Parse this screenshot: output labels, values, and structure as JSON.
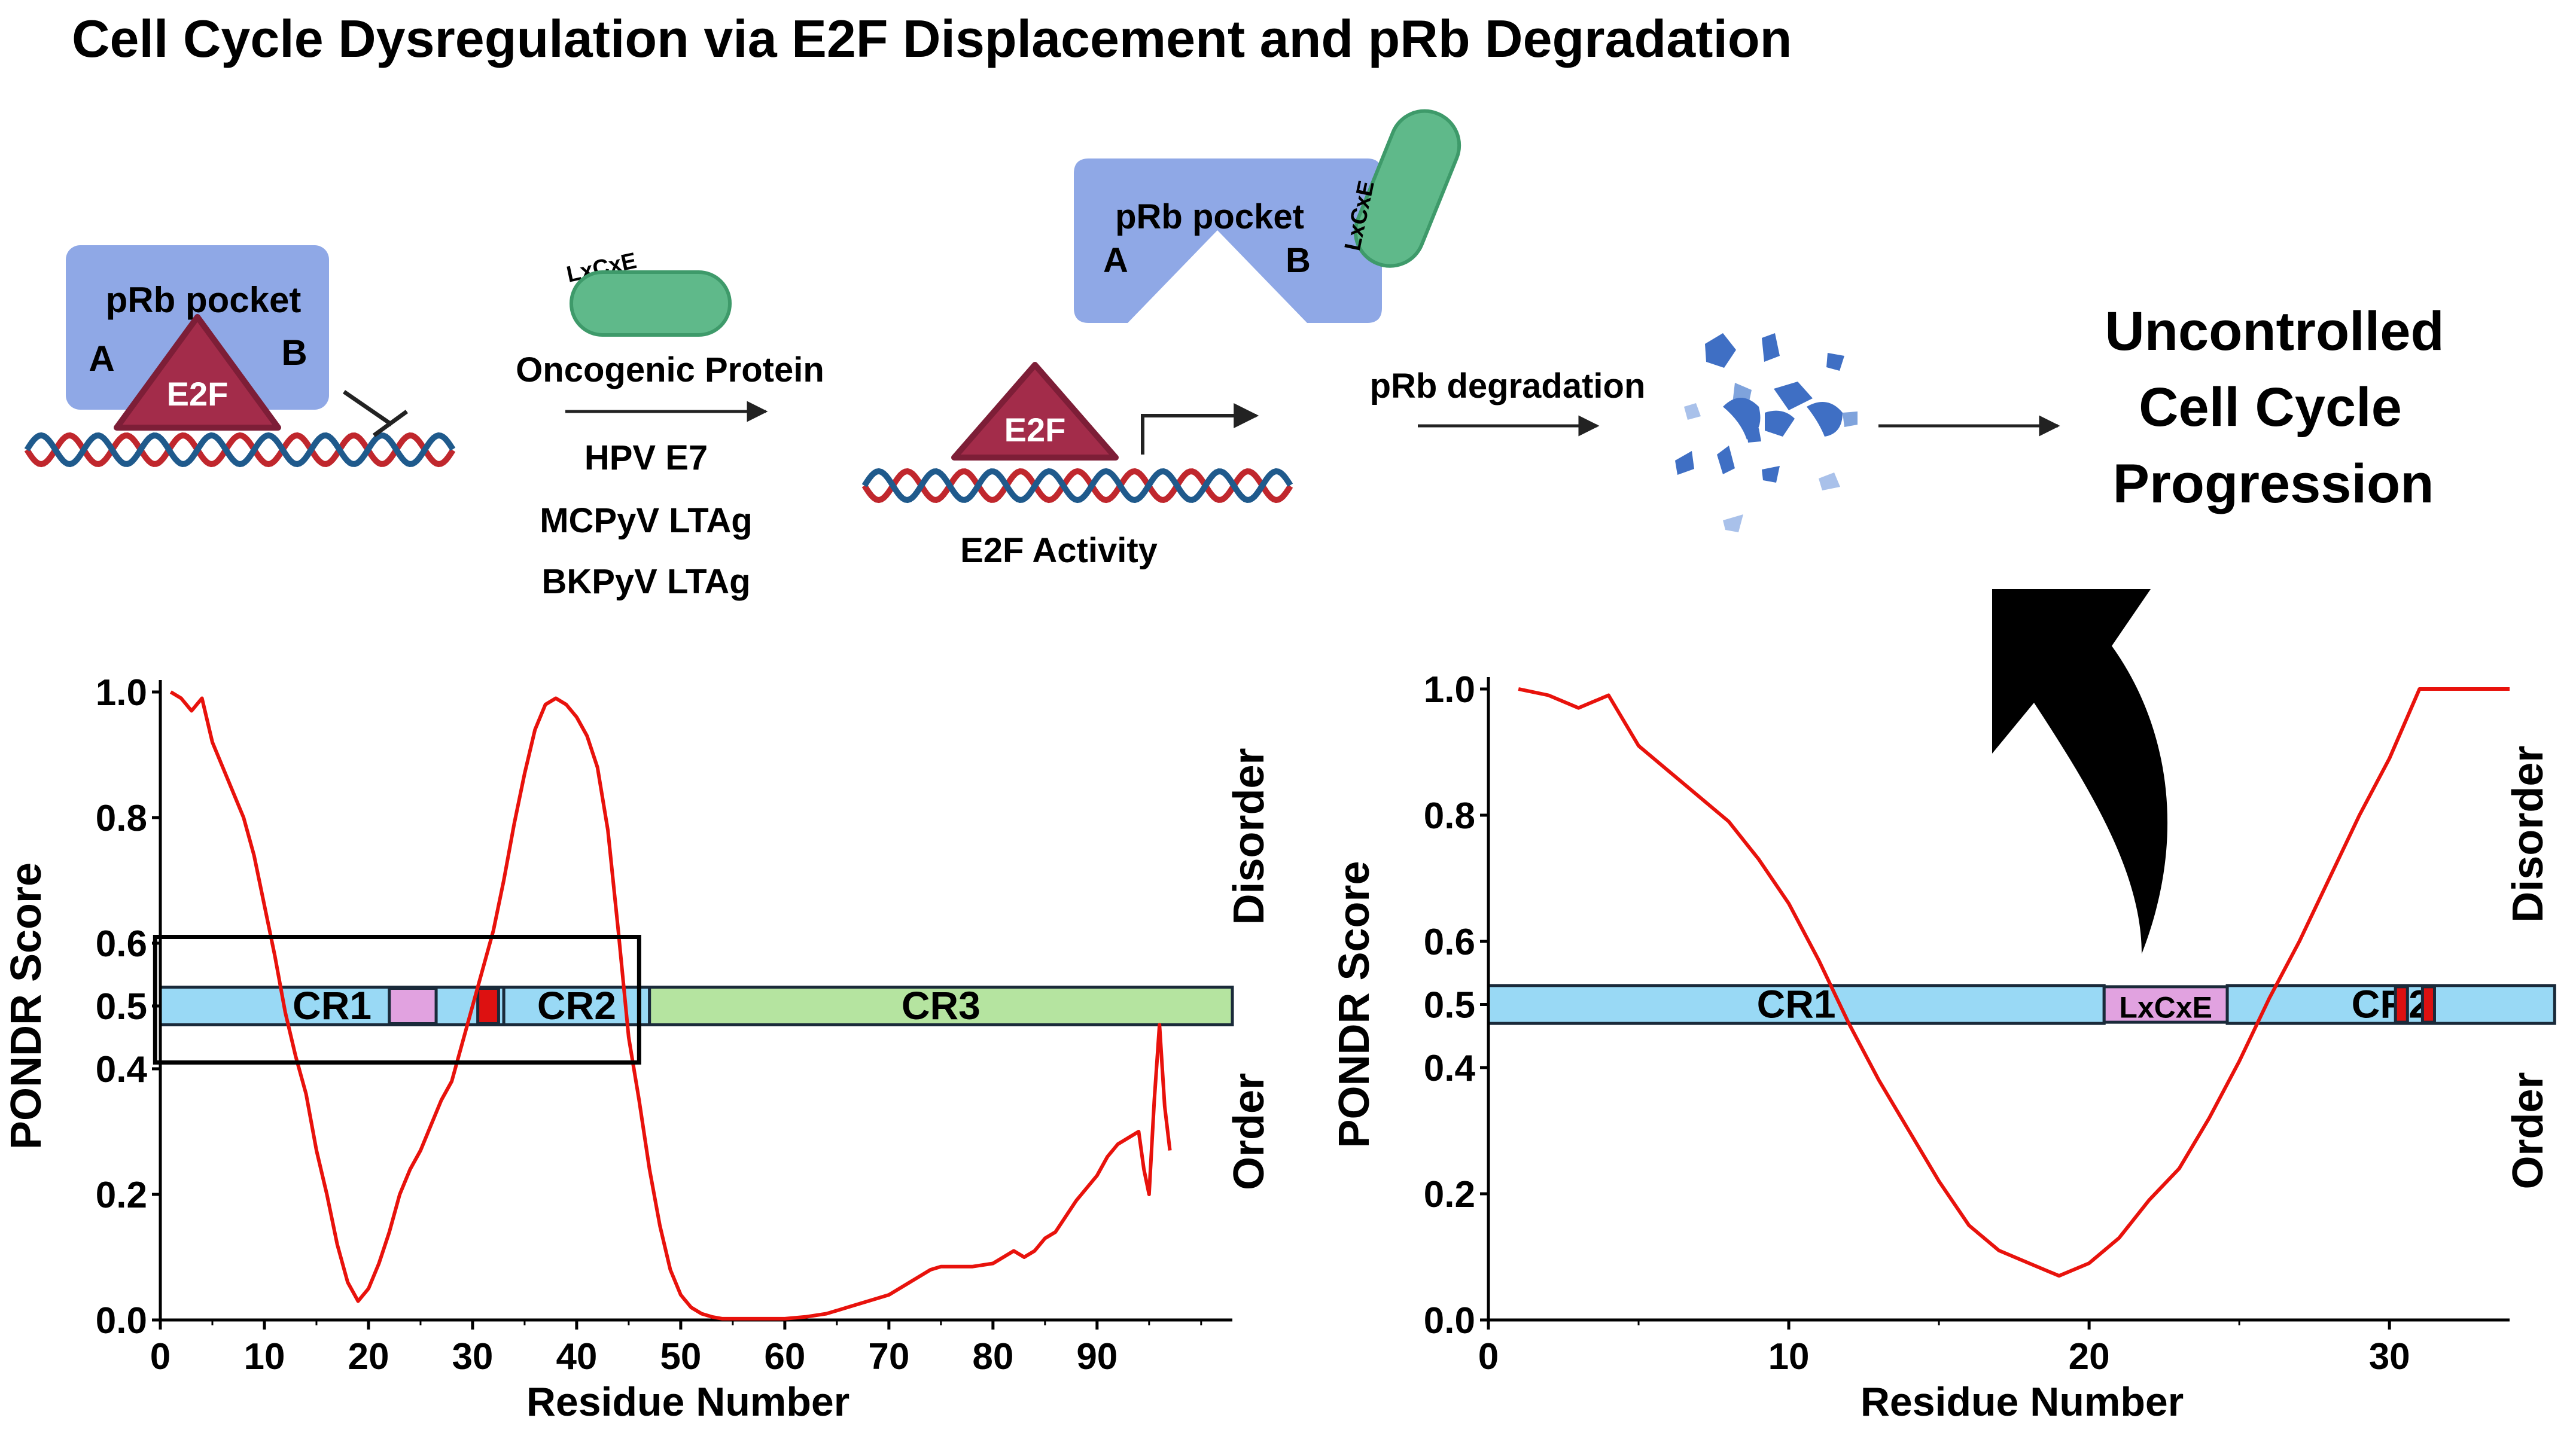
{
  "title": "Cell Cycle Dysregulation via E2F Displacement and pRb Degradation",
  "schematic": {
    "pocket_label": "pRb pocket",
    "pocket_a": "A",
    "pocket_b": "B",
    "e2f": "E2F",
    "motif": "LxCxE",
    "oncogenic_label": "Oncogenic Protein",
    "oncoproteins": [
      "HPV E7",
      "MCPyV LTAg",
      "BKPyV LTAg"
    ],
    "e2f_activity": "E2F Activity",
    "degradation": "pRb degradation",
    "outcome": [
      "Uncontrolled",
      "Cell Cycle",
      "Progression"
    ]
  },
  "colors": {
    "pocket": "#8fa8e6",
    "e2f": "#a32c4a",
    "motif_protein": "#5fb98a",
    "dna_red": "#c0272d",
    "dna_blue": "#1f5a8c",
    "fragments": "#3f6fc4",
    "trace": "#e8120c",
    "cr_blue": "#99d9f5",
    "cr3_green": "#b5e4a0",
    "lxcxe_box": "#e1a2e0",
    "red_mark": "#dd1111"
  },
  "chart_data": [
    {
      "type": "line",
      "xlabel": "Residue Number",
      "ylabel": "PONDR Score",
      "right_labels": [
        "Disorder",
        "Order"
      ],
      "xlim": [
        0,
        103
      ],
      "ylim": [
        0,
        1.0
      ],
      "xticks": [
        "0",
        "10",
        "20",
        "30",
        "40",
        "50",
        "60",
        "70",
        "80",
        "90"
      ],
      "yticks": [
        "0.0",
        "0.2",
        "0.4",
        "0.5",
        "0.6",
        "0.8",
        "1.0"
      ],
      "domains": [
        {
          "label": "CR1",
          "start": 0,
          "end": 33,
          "color": "cr_blue"
        },
        {
          "label": "",
          "start": 22,
          "end": 26.5,
          "color": "lxcxe_box"
        },
        {
          "label": "",
          "start": 30.5,
          "end": 32.5,
          "color": "red_mark"
        },
        {
          "label": "CR2",
          "start": 33,
          "end": 47,
          "color": "cr_blue"
        },
        {
          "label": "CR3",
          "start": 47,
          "end": 103,
          "color": "cr3_green"
        }
      ],
      "highlight_box": {
        "x": [
          -0.5,
          46
        ],
        "y": [
          0.41,
          0.61
        ]
      },
      "series": [
        {
          "name": "",
          "x": [
            1,
            2,
            3,
            4,
            5,
            6,
            7,
            8,
            9,
            10,
            11,
            12,
            13,
            14,
            15,
            16,
            17,
            18,
            19,
            20,
            21,
            22,
            23,
            24,
            25,
            26,
            27,
            28,
            29,
            30,
            31,
            32,
            33,
            34,
            35,
            36,
            37,
            38,
            39,
            40,
            41,
            42,
            43,
            44,
            45,
            46,
            47,
            48,
            49,
            50,
            51,
            52,
            53,
            54,
            55,
            56,
            58,
            60,
            62,
            64,
            66,
            68,
            70,
            72,
            74,
            75,
            76,
            78,
            80,
            81,
            82,
            83,
            84,
            85,
            86,
            88,
            90,
            91,
            92,
            93,
            94,
            94.5,
            95,
            95.5,
            96,
            96.5,
            97
          ],
          "y": [
            1.0,
            0.99,
            0.97,
            0.99,
            0.92,
            0.88,
            0.84,
            0.8,
            0.74,
            0.66,
            0.58,
            0.49,
            0.42,
            0.36,
            0.27,
            0.2,
            0.12,
            0.06,
            0.03,
            0.05,
            0.09,
            0.14,
            0.2,
            0.24,
            0.27,
            0.31,
            0.35,
            0.38,
            0.44,
            0.5,
            0.56,
            0.62,
            0.7,
            0.79,
            0.87,
            0.94,
            0.98,
            0.99,
            0.98,
            0.96,
            0.93,
            0.88,
            0.78,
            0.62,
            0.45,
            0.35,
            0.24,
            0.15,
            0.08,
            0.04,
            0.02,
            0.01,
            0.005,
            0.002,
            0.002,
            0.002,
            0.002,
            0.002,
            0.005,
            0.01,
            0.02,
            0.03,
            0.04,
            0.06,
            0.08,
            0.085,
            0.085,
            0.085,
            0.09,
            0.1,
            0.11,
            0.1,
            0.11,
            0.13,
            0.14,
            0.19,
            0.23,
            0.26,
            0.28,
            0.29,
            0.3,
            0.24,
            0.2,
            0.35,
            0.47,
            0.34,
            0.27
          ]
        }
      ]
    },
    {
      "type": "line",
      "xlabel": "Residue Number",
      "ylabel": "PONDR Score",
      "right_labels": [
        "Disorder",
        "Order"
      ],
      "xlim": [
        0,
        34
      ],
      "ylim": [
        0,
        1.0
      ],
      "xticks": [
        "0",
        "10",
        "20",
        "30"
      ],
      "yticks": [
        "0.0",
        "0.2",
        "0.4",
        "0.5",
        "0.6",
        "0.8",
        "1.0"
      ],
      "domains": [
        {
          "label": "CR1",
          "start": 0,
          "end": 20.5,
          "color": "cr_blue"
        },
        {
          "label": "LxCxE",
          "start": 20.5,
          "end": 24.6,
          "color": "lxcxe_box"
        },
        {
          "label": "CR2",
          "start": 24.6,
          "end": 35.5,
          "color": "cr_blue"
        },
        {
          "label": "",
          "start": 30.2,
          "end": 30.6,
          "color": "red_mark"
        },
        {
          "label": "",
          "start": 31.1,
          "end": 31.5,
          "color": "red_mark"
        }
      ],
      "series": [
        {
          "name": "",
          "x": [
            1,
            2,
            3,
            4,
            5,
            6,
            7,
            8,
            9,
            10,
            11,
            12,
            13,
            14,
            15,
            16,
            17,
            18,
            19,
            20,
            21,
            22,
            23,
            24,
            25,
            26,
            27,
            28,
            29,
            30,
            31,
            32,
            33,
            34
          ],
          "y": [
            1.0,
            0.99,
            0.97,
            0.99,
            0.91,
            0.87,
            0.83,
            0.79,
            0.73,
            0.66,
            0.57,
            0.47,
            0.38,
            0.3,
            0.22,
            0.15,
            0.11,
            0.09,
            0.07,
            0.09,
            0.13,
            0.19,
            0.24,
            0.32,
            0.41,
            0.51,
            0.6,
            0.7,
            0.8,
            0.89,
            1.0,
            1.0,
            1.0,
            1.0
          ]
        }
      ]
    }
  ]
}
